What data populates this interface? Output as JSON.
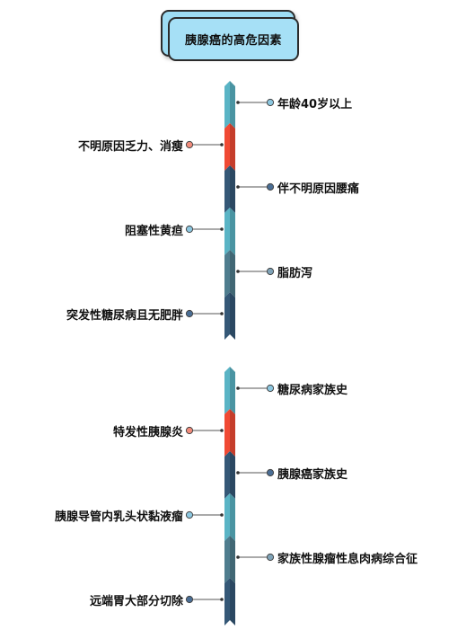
{
  "title": "胰腺癌的高危因素",
  "colors": {
    "teal": "#5ab4c5",
    "red": "#f04a34",
    "navy": "#355877",
    "slate": "#4f7d8e",
    "line": "#555555"
  },
  "groups": [
    {
      "items": [
        {
          "text": "年龄40岁以上",
          "side": "right",
          "segment_color": "teal",
          "dot_color": "#8cc7e0"
        },
        {
          "text": "不明原因乏力、消瘦",
          "side": "left",
          "segment_color": "red",
          "dot_color": "#f28c7c"
        },
        {
          "text": "伴不明原因腰痛",
          "side": "right",
          "segment_color": "navy",
          "dot_color": "#4a6e95"
        },
        {
          "text": "阻塞性黄疸",
          "side": "left",
          "segment_color": "teal",
          "dot_color": "#8cc7e0"
        },
        {
          "text": "脂肪泻",
          "side": "right",
          "segment_color": "slate",
          "dot_color": "#7fa3b8"
        },
        {
          "text": "突发性糖尿病且无肥胖",
          "side": "left",
          "segment_color": "navy",
          "dot_color": "#4a6e95"
        }
      ]
    },
    {
      "items": [
        {
          "text": "糖尿病家族史",
          "side": "right",
          "segment_color": "teal",
          "dot_color": "#8cc7e0"
        },
        {
          "text": "特发性胰腺炎",
          "side": "left",
          "segment_color": "red",
          "dot_color": "#f28c7c"
        },
        {
          "text": "胰腺癌家族史",
          "side": "right",
          "segment_color": "navy",
          "dot_color": "#4a6e95"
        },
        {
          "text": "胰腺导管内乳头状黏液瘤",
          "side": "left",
          "segment_color": "teal",
          "dot_color": "#8cc7e0"
        },
        {
          "text": "家族性腺瘤性息肉病综合征",
          "side": "right",
          "segment_color": "slate",
          "dot_color": "#7fa3b8"
        },
        {
          "text": "远端胃大部分切除",
          "side": "left",
          "segment_color": "navy",
          "dot_color": "#4a6e95"
        }
      ]
    }
  ]
}
